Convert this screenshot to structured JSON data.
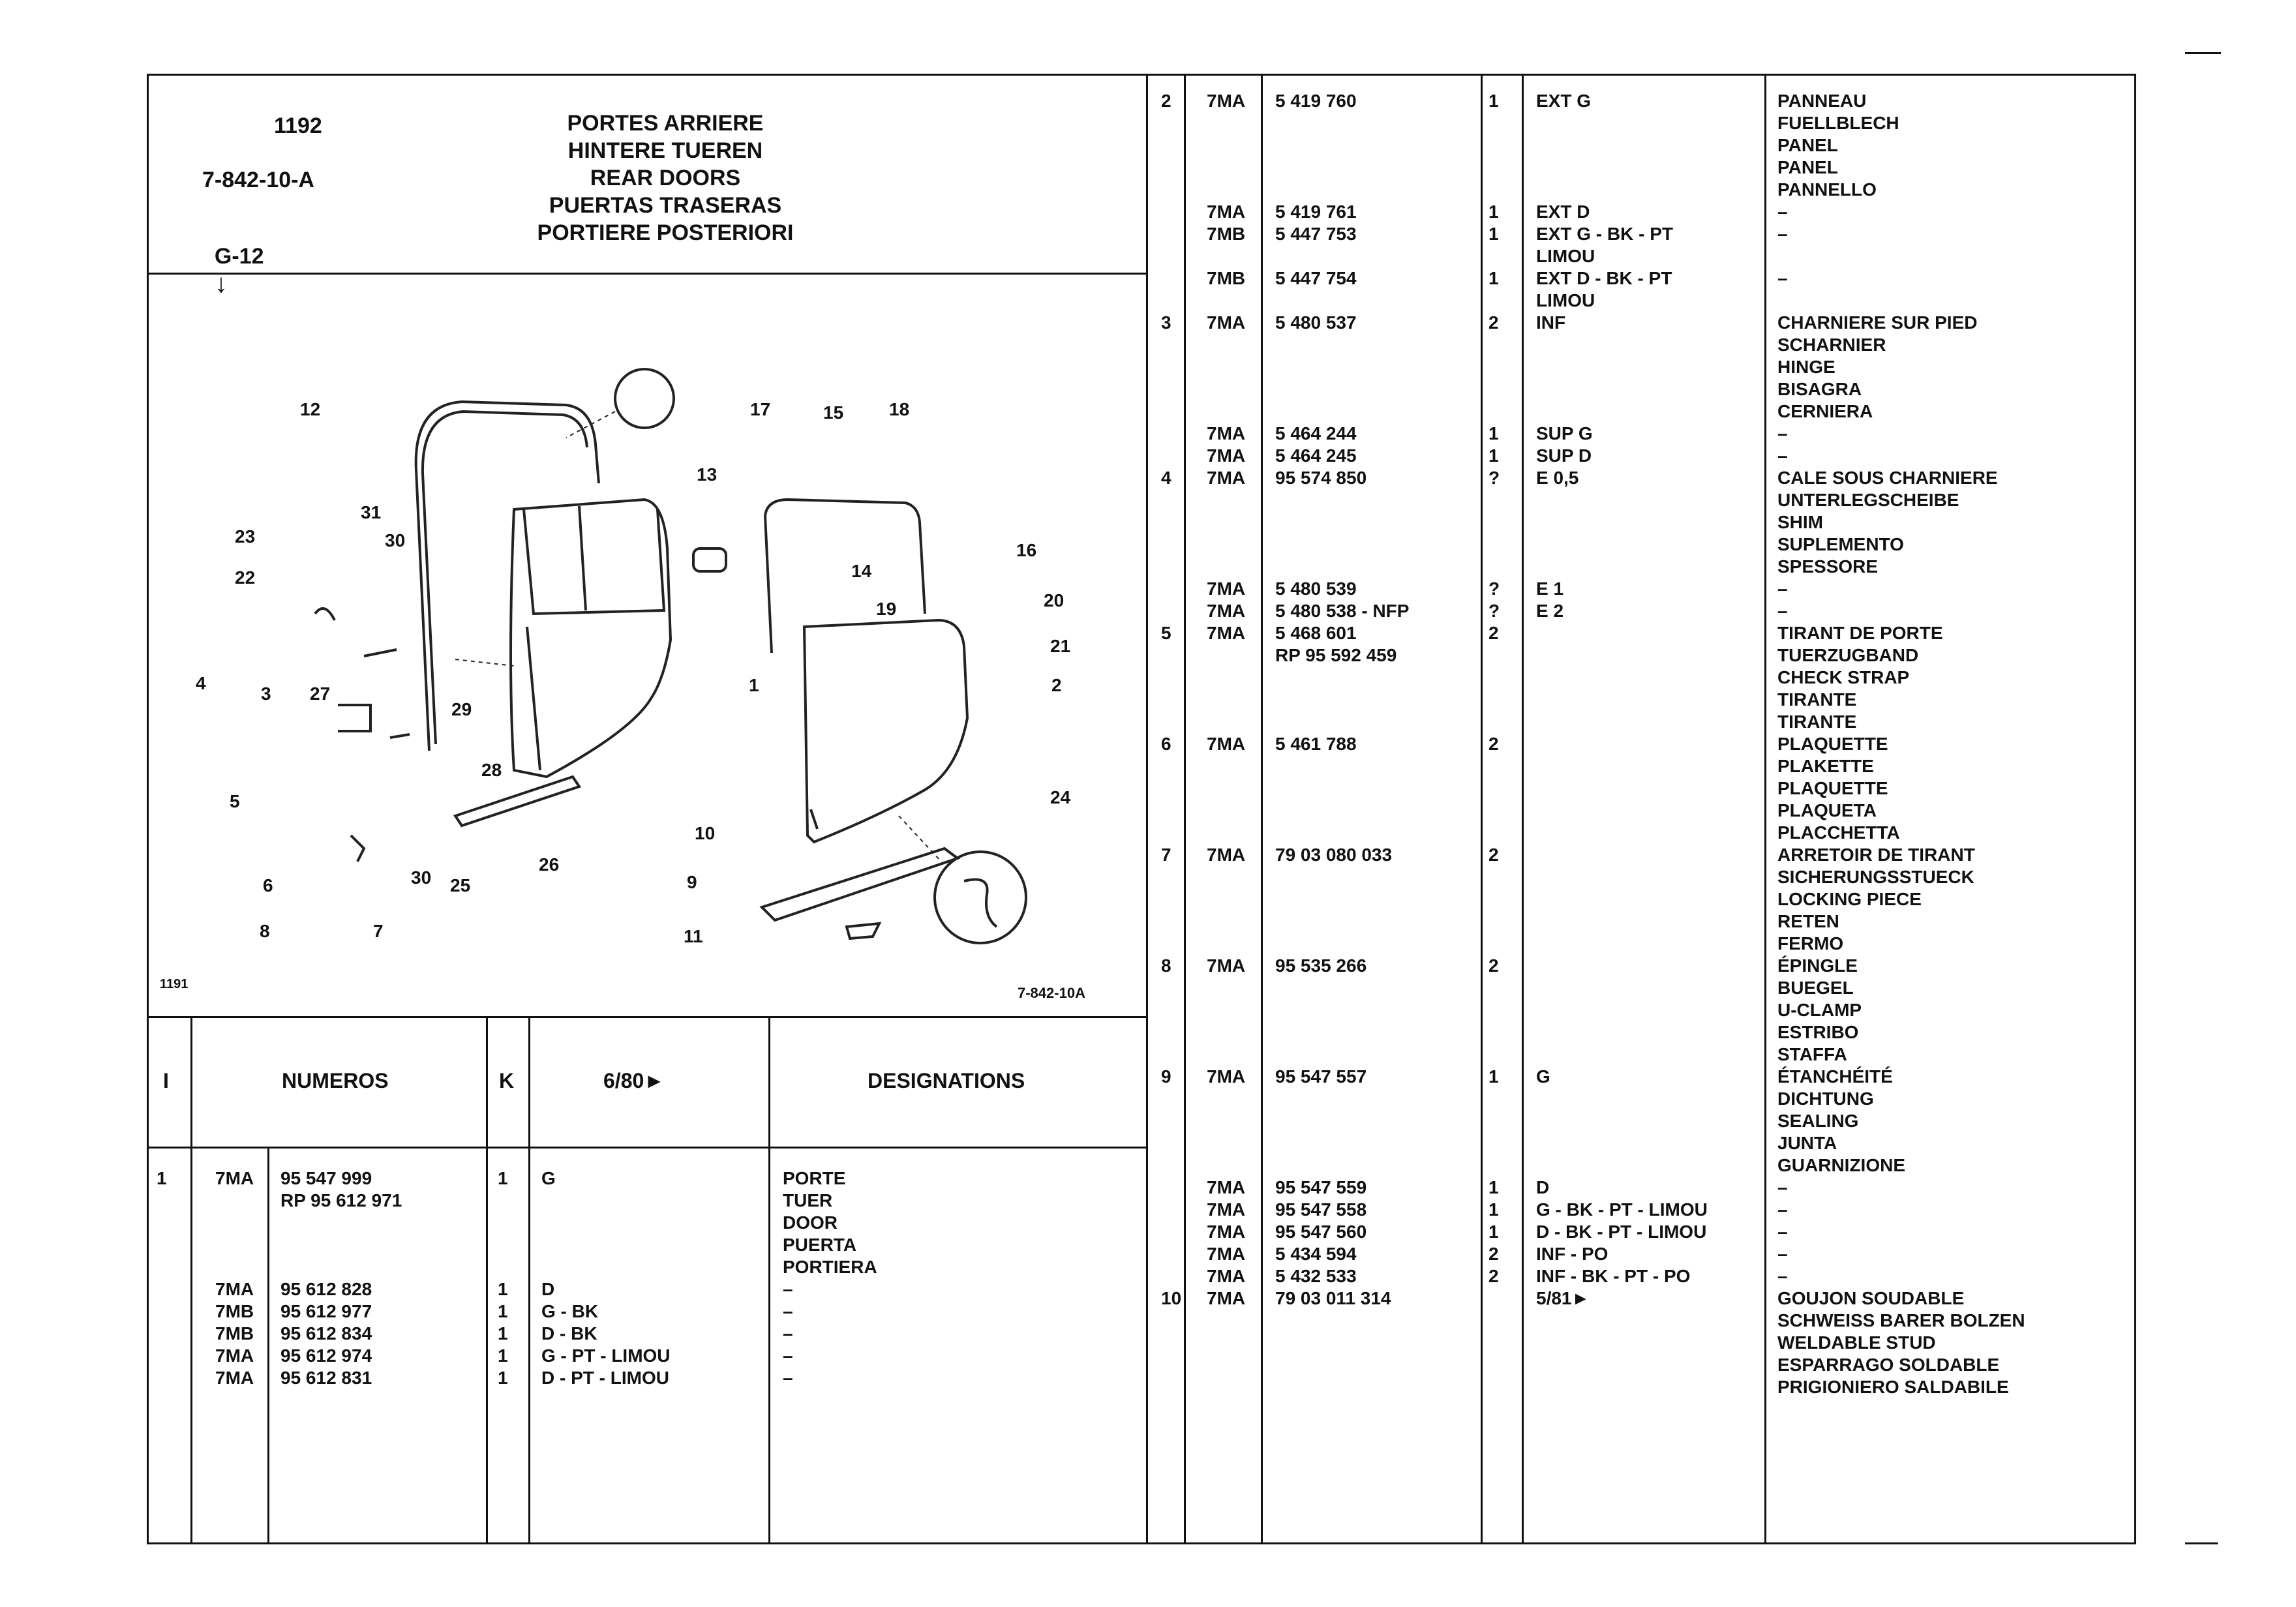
{
  "header": {
    "plate_number": "1192",
    "plate_code": "7-842-10-A",
    "group": "G-12",
    "titles": [
      "PORTES ARRIERE",
      "HINTERE TUEREN",
      "REAR DOORS",
      "PUERTAS TRASERAS",
      "PORTIERE POSTERIORI"
    ]
  },
  "drawing": {
    "corner_code": "1191",
    "drawing_code": "7-842-10A",
    "callouts": [
      {
        "label": "12"
      },
      {
        "label": "17"
      },
      {
        "label": "15"
      },
      {
        "label": "18"
      },
      {
        "label": "13"
      },
      {
        "label": "31"
      },
      {
        "label": "23"
      },
      {
        "label": "30"
      },
      {
        "label": "16"
      },
      {
        "label": "22"
      },
      {
        "label": "14"
      },
      {
        "label": "20"
      },
      {
        "label": "19"
      },
      {
        "label": "21"
      },
      {
        "label": "4"
      },
      {
        "label": "3"
      },
      {
        "label": "27"
      },
      {
        "label": "1"
      },
      {
        "label": "2"
      },
      {
        "label": "29"
      },
      {
        "label": "28"
      },
      {
        "label": "24"
      },
      {
        "label": "5"
      },
      {
        "label": "10"
      },
      {
        "label": "26"
      },
      {
        "label": "9"
      },
      {
        "label": "6"
      },
      {
        "label": "30"
      },
      {
        "label": "25"
      },
      {
        "label": "8"
      },
      {
        "label": "7"
      },
      {
        "label": "11"
      }
    ]
  },
  "table_header": {
    "index": "I",
    "numeros": "NUMEROS",
    "k": "K",
    "date": "6/80►",
    "designations": "DESIGNATIONS"
  },
  "left_rows": [
    {
      "i": "1",
      "code": "7MA",
      "num": "95 547 999",
      "k": "1",
      "var": "G",
      "desig": "PORTE"
    },
    {
      "i": "",
      "code": "",
      "num": "RP 95 612 971",
      "k": "",
      "var": "",
      "desig": "TUER"
    },
    {
      "i": "",
      "code": "",
      "num": "",
      "k": "",
      "var": "",
      "desig": "DOOR"
    },
    {
      "i": "",
      "code": "",
      "num": "",
      "k": "",
      "var": "",
      "desig": "PUERTA"
    },
    {
      "i": "",
      "code": "",
      "num": "",
      "k": "",
      "var": "",
      "desig": "PORTIERA"
    },
    {
      "i": "",
      "code": "7MA",
      "num": "95 612 828",
      "k": "1",
      "var": "D",
      "desig": "–"
    },
    {
      "i": "",
      "code": "7MB",
      "num": "95 612 977",
      "k": "1",
      "var": "G - BK",
      "desig": "–"
    },
    {
      "i": "",
      "code": "7MB",
      "num": "95 612 834",
      "k": "1",
      "var": "D - BK",
      "desig": "–"
    },
    {
      "i": "",
      "code": "7MA",
      "num": "95 612 974",
      "k": "1",
      "var": "G - PT - LIMOU",
      "desig": "–"
    },
    {
      "i": "",
      "code": "7MA",
      "num": "95 612 831",
      "k": "1",
      "var": "D - PT - LIMOU",
      "desig": "–"
    }
  ],
  "right_rows": [
    {
      "i": "2",
      "code": "7MA",
      "num": "5 419 760",
      "k": "1",
      "var": "EXT G",
      "desig": "PANNEAU"
    },
    {
      "i": "",
      "code": "",
      "num": "",
      "k": "",
      "var": "",
      "desig": "FUELLBLECH"
    },
    {
      "i": "",
      "code": "",
      "num": "",
      "k": "",
      "var": "",
      "desig": "PANEL"
    },
    {
      "i": "",
      "code": "",
      "num": "",
      "k": "",
      "var": "",
      "desig": "PANEL"
    },
    {
      "i": "",
      "code": "",
      "num": "",
      "k": "",
      "var": "",
      "desig": "PANNELLO"
    },
    {
      "i": "",
      "code": "7MA",
      "num": "5 419 761",
      "k": "1",
      "var": "EXT D",
      "desig": "–"
    },
    {
      "i": "",
      "code": "7MB",
      "num": "5 447 753",
      "k": "1",
      "var": "EXT G - BK - PT",
      "desig": "–"
    },
    {
      "i": "",
      "code": "",
      "num": "",
      "k": "",
      "var": "LIMOU",
      "desig": ""
    },
    {
      "i": "",
      "code": "7MB",
      "num": "5 447 754",
      "k": "1",
      "var": "EXT D - BK - PT",
      "desig": "–"
    },
    {
      "i": "",
      "code": "",
      "num": "",
      "k": "",
      "var": "LIMOU",
      "desig": ""
    },
    {
      "i": "3",
      "code": "7MA",
      "num": "5 480 537",
      "k": "2",
      "var": "INF",
      "desig": "CHARNIERE SUR PIED"
    },
    {
      "i": "",
      "code": "",
      "num": "",
      "k": "",
      "var": "",
      "desig": "SCHARNIER"
    },
    {
      "i": "",
      "code": "",
      "num": "",
      "k": "",
      "var": "",
      "desig": "HINGE"
    },
    {
      "i": "",
      "code": "",
      "num": "",
      "k": "",
      "var": "",
      "desig": "BISAGRA"
    },
    {
      "i": "",
      "code": "",
      "num": "",
      "k": "",
      "var": "",
      "desig": "CERNIERA"
    },
    {
      "i": "",
      "code": "7MA",
      "num": "5 464 244",
      "k": "1",
      "var": "SUP G",
      "desig": "–"
    },
    {
      "i": "",
      "code": "7MA",
      "num": "5 464 245",
      "k": "1",
      "var": "SUP D",
      "desig": "–"
    },
    {
      "i": "4",
      "code": "7MA",
      "num": "95 574 850",
      "k": "?",
      "var": "E 0,5",
      "desig": "CALE SOUS CHARNIERE"
    },
    {
      "i": "",
      "code": "",
      "num": "",
      "k": "",
      "var": "",
      "desig": "UNTERLEGSCHEIBE"
    },
    {
      "i": "",
      "code": "",
      "num": "",
      "k": "",
      "var": "",
      "desig": "SHIM"
    },
    {
      "i": "",
      "code": "",
      "num": "",
      "k": "",
      "var": "",
      "desig": "SUPLEMENTO"
    },
    {
      "i": "",
      "code": "",
      "num": "",
      "k": "",
      "var": "",
      "desig": "SPESSORE"
    },
    {
      "i": "",
      "code": "7MA",
      "num": "5 480 539",
      "k": "?",
      "var": "E 1",
      "desig": "–"
    },
    {
      "i": "",
      "code": "7MA",
      "num": "5 480 538 - NFP",
      "k": "?",
      "var": "E 2",
      "desig": "–"
    },
    {
      "i": "5",
      "code": "7MA",
      "num": "5 468 601",
      "k": "2",
      "var": "",
      "desig": "TIRANT DE PORTE"
    },
    {
      "i": "",
      "code": "",
      "num": "RP 95 592 459",
      "k": "",
      "var": "",
      "desig": "TUERZUGBAND"
    },
    {
      "i": "",
      "code": "",
      "num": "",
      "k": "",
      "var": "",
      "desig": "CHECK STRAP"
    },
    {
      "i": "",
      "code": "",
      "num": "",
      "k": "",
      "var": "",
      "desig": "TIRANTE"
    },
    {
      "i": "",
      "code": "",
      "num": "",
      "k": "",
      "var": "",
      "desig": "TIRANTE"
    },
    {
      "i": "6",
      "code": "7MA",
      "num": "5 461 788",
      "k": "2",
      "var": "",
      "desig": "PLAQUETTE"
    },
    {
      "i": "",
      "code": "",
      "num": "",
      "k": "",
      "var": "",
      "desig": "PLAKETTE"
    },
    {
      "i": "",
      "code": "",
      "num": "",
      "k": "",
      "var": "",
      "desig": "PLAQUETTE"
    },
    {
      "i": "",
      "code": "",
      "num": "",
      "k": "",
      "var": "",
      "desig": "PLAQUETA"
    },
    {
      "i": "",
      "code": "",
      "num": "",
      "k": "",
      "var": "",
      "desig": "PLACCHETTA"
    },
    {
      "i": "7",
      "code": "7MA",
      "num": "79 03 080 033",
      "k": "2",
      "var": "",
      "desig": "ARRETOIR DE TIRANT"
    },
    {
      "i": "",
      "code": "",
      "num": "",
      "k": "",
      "var": "",
      "desig": "SICHERUNGSSTUECK"
    },
    {
      "i": "",
      "code": "",
      "num": "",
      "k": "",
      "var": "",
      "desig": "LOCKING PIECE"
    },
    {
      "i": "",
      "code": "",
      "num": "",
      "k": "",
      "var": "",
      "desig": "RETEN"
    },
    {
      "i": "",
      "code": "",
      "num": "",
      "k": "",
      "var": "",
      "desig": "FERMO"
    },
    {
      "i": "8",
      "code": "7MA",
      "num": "95 535 266",
      "k": "2",
      "var": "",
      "desig": "ÉPINGLE"
    },
    {
      "i": "",
      "code": "",
      "num": "",
      "k": "",
      "var": "",
      "desig": "BUEGEL"
    },
    {
      "i": "",
      "code": "",
      "num": "",
      "k": "",
      "var": "",
      "desig": "U-CLAMP"
    },
    {
      "i": "",
      "code": "",
      "num": "",
      "k": "",
      "var": "",
      "desig": "ESTRIBO"
    },
    {
      "i": "",
      "code": "",
      "num": "",
      "k": "",
      "var": "",
      "desig": "STAFFA"
    },
    {
      "i": "9",
      "code": "7MA",
      "num": "95 547 557",
      "k": "1",
      "var": "G",
      "desig": "ÉTANCHÉITÉ"
    },
    {
      "i": "",
      "code": "",
      "num": "",
      "k": "",
      "var": "",
      "desig": "DICHTUNG"
    },
    {
      "i": "",
      "code": "",
      "num": "",
      "k": "",
      "var": "",
      "desig": "SEALING"
    },
    {
      "i": "",
      "code": "",
      "num": "",
      "k": "",
      "var": "",
      "desig": "JUNTA"
    },
    {
      "i": "",
      "code": "",
      "num": "",
      "k": "",
      "var": "",
      "desig": "GUARNIZIONE"
    },
    {
      "i": "",
      "code": "7MA",
      "num": "95 547 559",
      "k": "1",
      "var": "D",
      "desig": "–"
    },
    {
      "i": "",
      "code": "7MA",
      "num": "95 547 558",
      "k": "1",
      "var": "G - BK - PT - LIMOU",
      "desig": "–"
    },
    {
      "i": "",
      "code": "7MA",
      "num": "95 547 560",
      "k": "1",
      "var": "D - BK - PT - LIMOU",
      "desig": "–"
    },
    {
      "i": "",
      "code": "7MA",
      "num": "5 434 594",
      "k": "2",
      "var": "INF - PO",
      "desig": "–"
    },
    {
      "i": "",
      "code": "7MA",
      "num": "5 432 533",
      "k": "2",
      "var": "INF - BK - PT - PO",
      "desig": "–"
    },
    {
      "i": "10",
      "code": "7MA",
      "num": "79 03 011 314",
      "k": "",
      "var": "5/81►",
      "desig": "GOUJON SOUDABLE"
    },
    {
      "i": "",
      "code": "",
      "num": "",
      "k": "",
      "var": "",
      "desig": "SCHWEISS BARER BOLZEN"
    },
    {
      "i": "",
      "code": "",
      "num": "",
      "k": "",
      "var": "",
      "desig": "WELDABLE STUD"
    },
    {
      "i": "",
      "code": "",
      "num": "",
      "k": "",
      "var": "",
      "desig": "ESPARRAGO SOLDABLE"
    },
    {
      "i": "",
      "code": "",
      "num": "",
      "k": "",
      "var": "",
      "desig": "PRIGIONIERO SALDABILE"
    }
  ]
}
